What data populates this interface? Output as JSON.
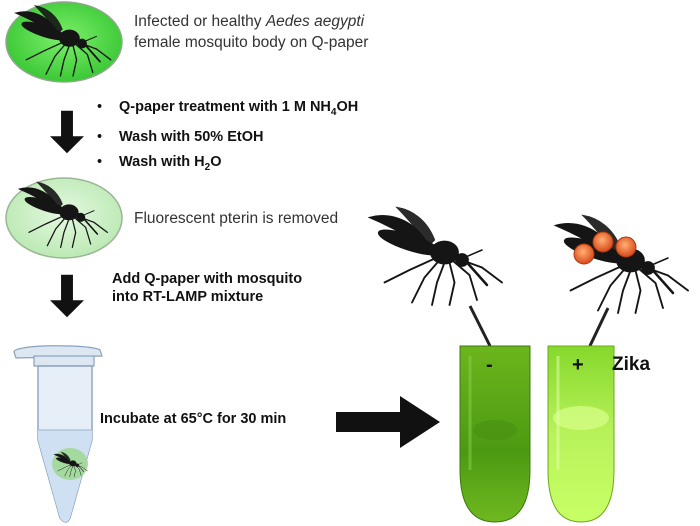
{
  "step1": {
    "line1_pre": "Infected or healthy ",
    "line1_species": "Aedes aegypti",
    "line2": "female mosquito body on Q-paper"
  },
  "step2": {
    "bullets": [
      {
        "pre": "Q-paper treatment with 1 M NH",
        "sub": "4",
        "post": "OH"
      },
      {
        "pre": "Wash with 50% EtOH",
        "sub": "",
        "post": ""
      },
      {
        "pre": "Wash with H",
        "sub": "2",
        "post": "O"
      }
    ]
  },
  "step3": {
    "text": "Fluorescent pterin is removed"
  },
  "step4": {
    "line1": "Add Q-paper with mosquito",
    "line2": "into RT-LAMP mixture"
  },
  "step5": {
    "text": "Incubate at 65°C for 30 min"
  },
  "results": {
    "negative_sign": "-",
    "positive_sign": "+",
    "positive_label": "Zika"
  },
  "colors": {
    "circle_bright": "#4fe04a",
    "circle_pale": "#c8efc3",
    "tube_negative": "#5aa518",
    "tube_positive": "#8fe02a",
    "arrow": "#111111",
    "virus": "#e8642a"
  },
  "icons": [
    "mosquito-icon",
    "down-arrow-icon",
    "right-arrow-icon",
    "tube-icon",
    "virus-icon"
  ]
}
